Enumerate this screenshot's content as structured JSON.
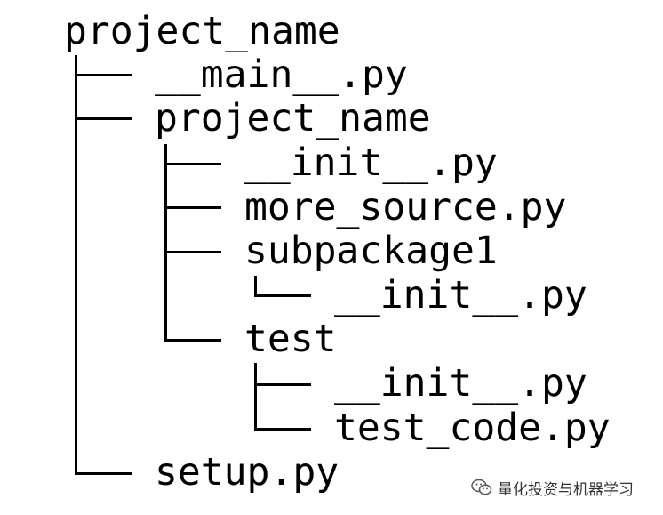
{
  "tree": {
    "root": "project_name",
    "nodes": [
      {
        "id": "main_py",
        "label": "__main__.py",
        "depth": 1
      },
      {
        "id": "project_name_pkg",
        "label": "project_name",
        "depth": 1
      },
      {
        "id": "init_py_1",
        "label": "__init__.py",
        "depth": 2
      },
      {
        "id": "more_source_py",
        "label": "more_source.py",
        "depth": 2
      },
      {
        "id": "subpackage1",
        "label": "subpackage1",
        "depth": 2
      },
      {
        "id": "init_py_2",
        "label": "__init__.py",
        "depth": 3
      },
      {
        "id": "test_dir",
        "label": "test",
        "depth": 2
      },
      {
        "id": "init_py_3",
        "label": "__init__.py",
        "depth": 3
      },
      {
        "id": "test_code_py",
        "label": "test_code.py",
        "depth": 3
      },
      {
        "id": "setup_py",
        "label": "setup.py",
        "depth": 1
      }
    ]
  },
  "watermark": {
    "icon": "wechat-icon",
    "text": "量化投资与机器学习"
  }
}
